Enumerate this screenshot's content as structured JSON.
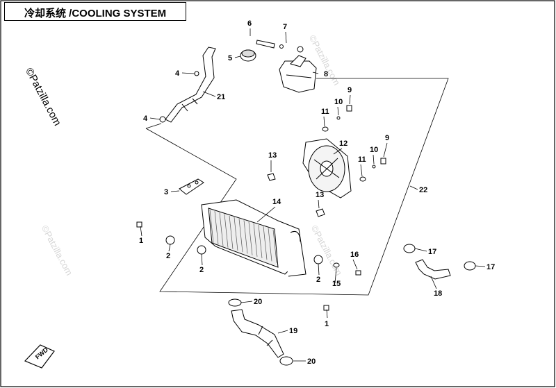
{
  "title": "冷却系统 /COOLING SYSTEM",
  "watermark": "©Patzilla.com",
  "fwd_label": "FWD",
  "callouts": [
    {
      "id": "c1a",
      "label": "1"
    },
    {
      "id": "c1b",
      "label": "1"
    },
    {
      "id": "c2a",
      "label": "2"
    },
    {
      "id": "c2b",
      "label": "2"
    },
    {
      "id": "c2c",
      "label": "2"
    },
    {
      "id": "c3",
      "label": "3"
    },
    {
      "id": "c4a",
      "label": "4"
    },
    {
      "id": "c4b",
      "label": "4"
    },
    {
      "id": "c5",
      "label": "5"
    },
    {
      "id": "c6",
      "label": "6"
    },
    {
      "id": "c7",
      "label": "7"
    },
    {
      "id": "c8",
      "label": "8"
    },
    {
      "id": "c9a",
      "label": "9"
    },
    {
      "id": "c9b",
      "label": "9"
    },
    {
      "id": "c10a",
      "label": "10"
    },
    {
      "id": "c10b",
      "label": "10"
    },
    {
      "id": "c11a",
      "label": "11"
    },
    {
      "id": "c11b",
      "label": "11"
    },
    {
      "id": "c12",
      "label": "12"
    },
    {
      "id": "c13a",
      "label": "13"
    },
    {
      "id": "c13b",
      "label": "13"
    },
    {
      "id": "c14",
      "label": "14"
    },
    {
      "id": "c15",
      "label": "15"
    },
    {
      "id": "c16",
      "label": "16"
    },
    {
      "id": "c17a",
      "label": "17"
    },
    {
      "id": "c17b",
      "label": "17"
    },
    {
      "id": "c18",
      "label": "18"
    },
    {
      "id": "c19",
      "label": "19"
    },
    {
      "id": "c20a",
      "label": "20"
    },
    {
      "id": "c20b",
      "label": "20"
    },
    {
      "id": "c21",
      "label": "21"
    },
    {
      "id": "c22",
      "label": "22"
    }
  ]
}
